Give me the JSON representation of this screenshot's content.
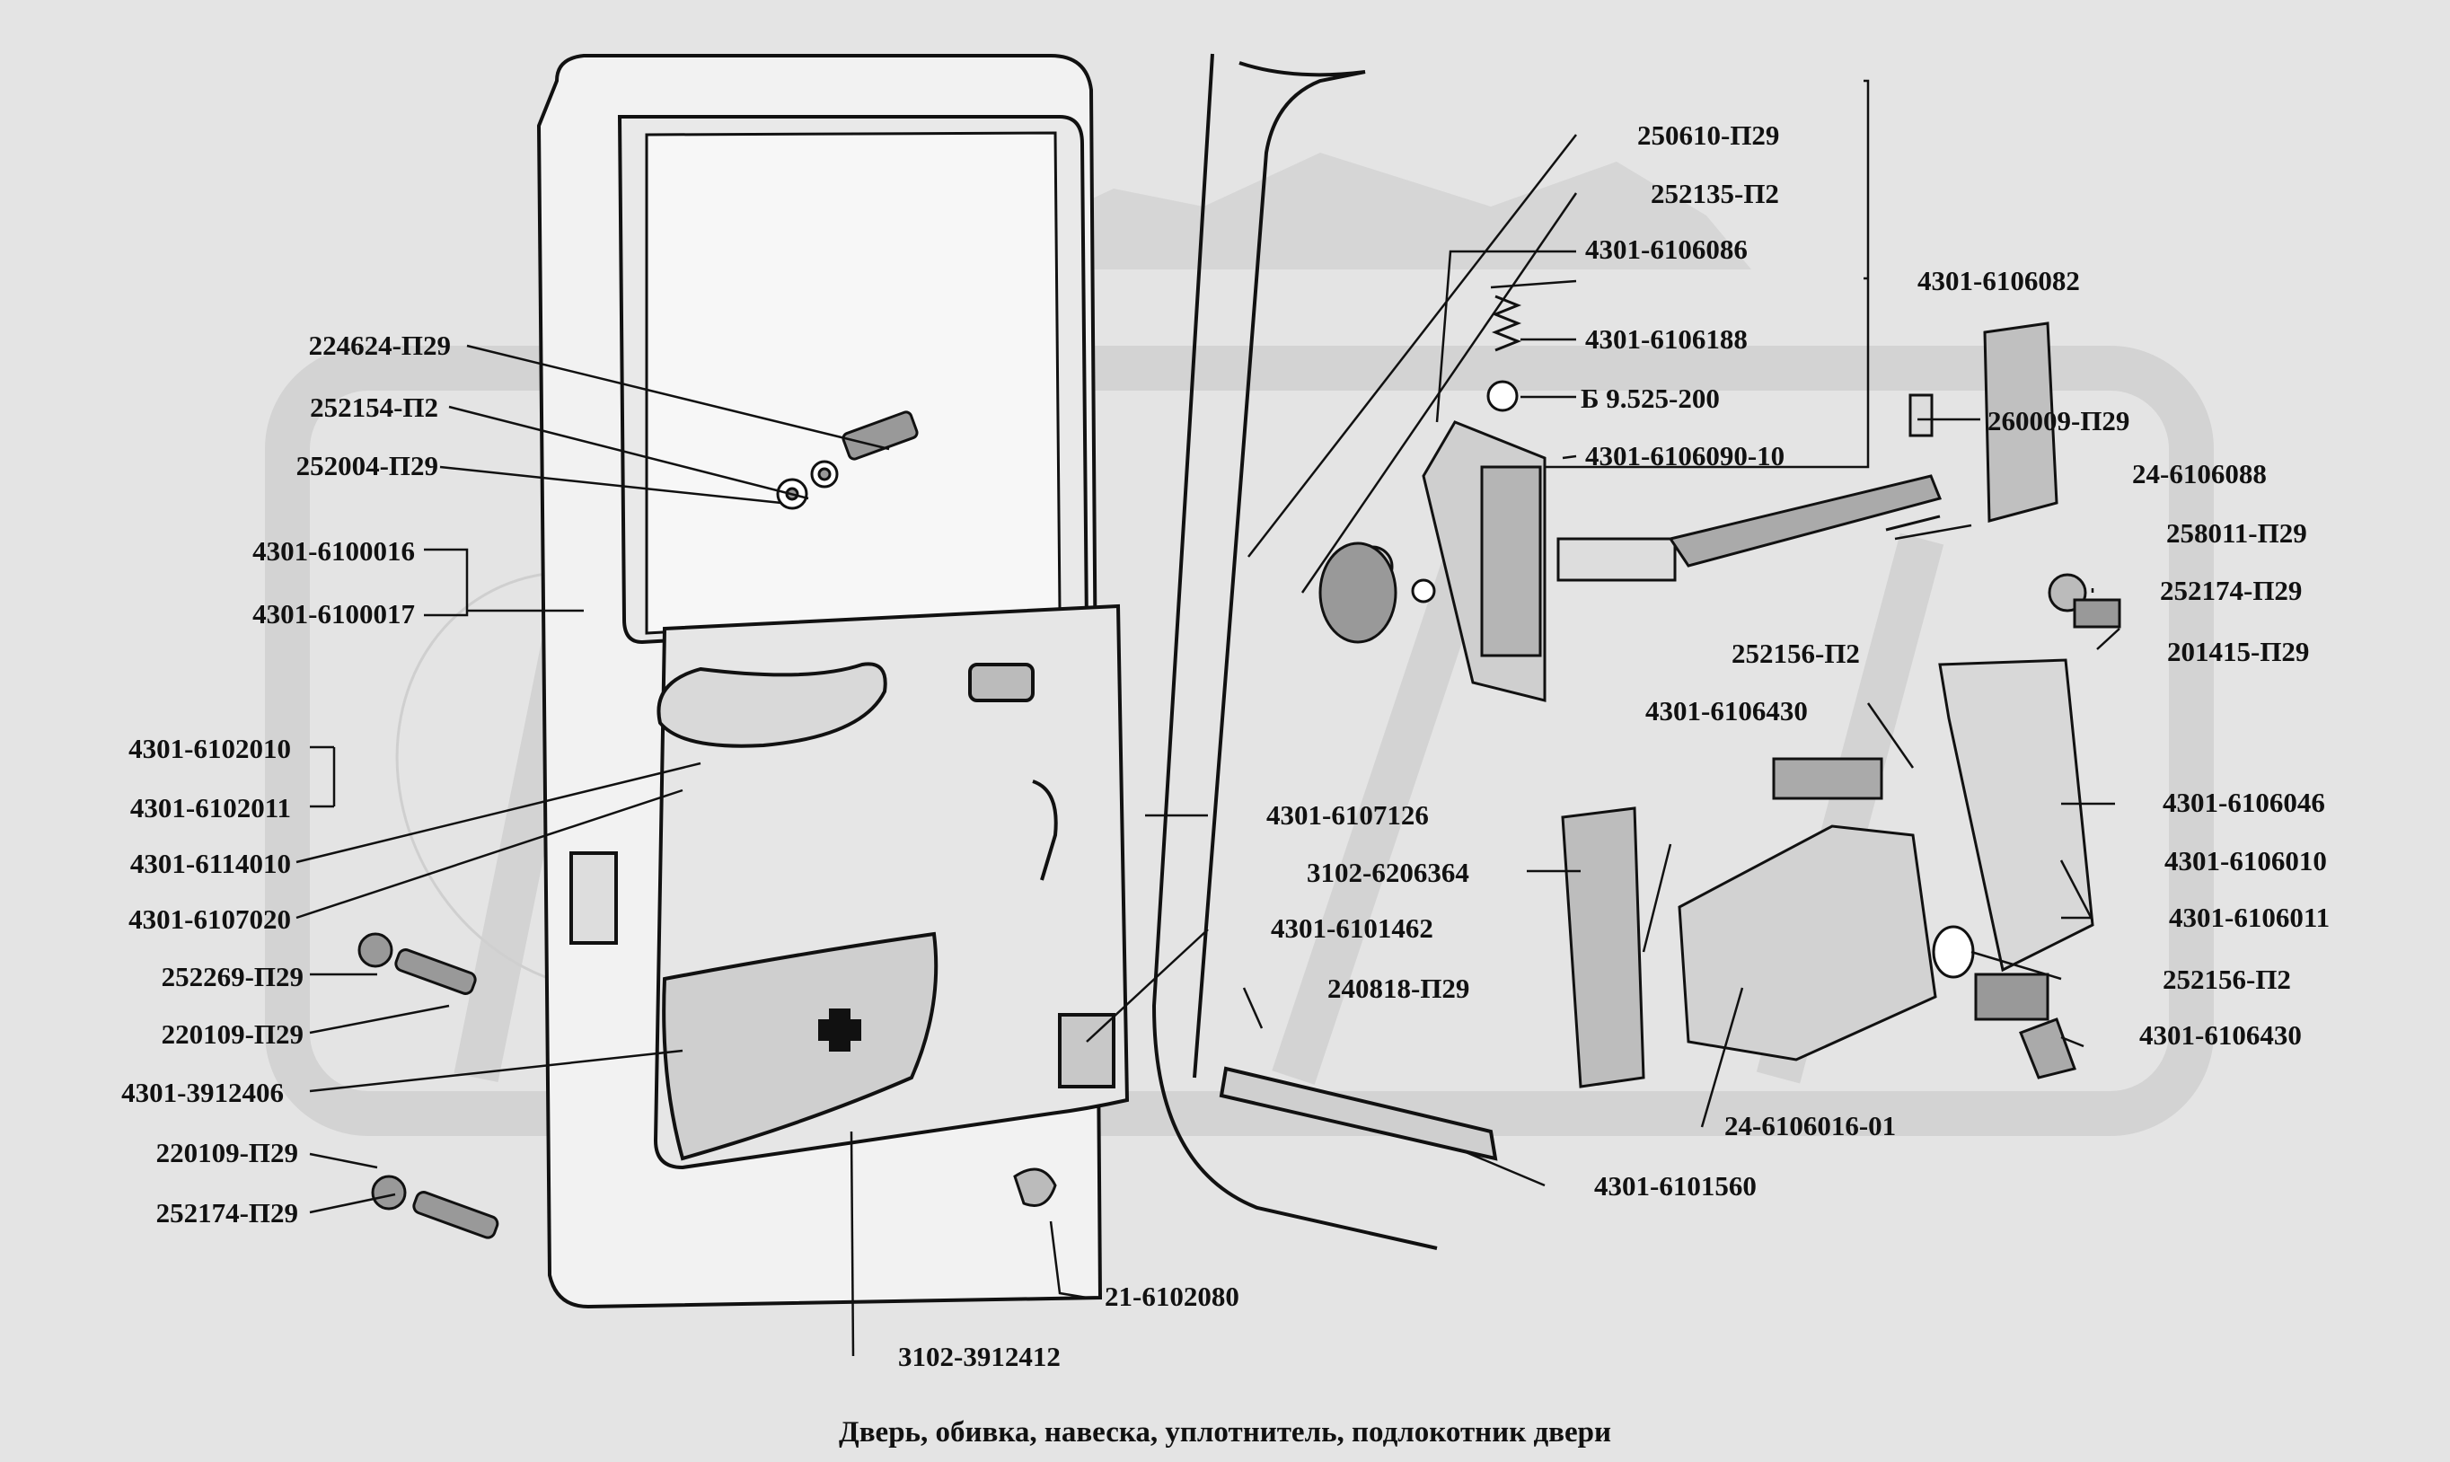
{
  "caption": "Дверь, обивка, навеска, уплотнитель, подлокотник двери",
  "labels": {
    "l224624": "224624-П29",
    "l252154": "252154-П2",
    "l252004": "252004-П29",
    "l6100016": "4301-6100016",
    "l6100017": "4301-6100017",
    "l6102010": "4301-6102010",
    "l6102011": "4301-6102011",
    "l6114010": "4301-6114010",
    "l6107020": "4301-6107020",
    "l252269": "252269-П29",
    "l220109a": "220109-П29",
    "l3912406": "4301-3912406",
    "l220109b": "220109-П29",
    "l252174a": "252174-П29",
    "l250610": "250610-П29",
    "l252135": "252135-П2",
    "l6106086": "4301-6106086",
    "l6106082": "4301-6106082",
    "l6106188": "4301-6106188",
    "lB9525": "Б 9.525-200",
    "l6106090": "4301-6106090-10",
    "l260009": "260009-П29",
    "l6106088": "24-6106088",
    "l258011": "258011-П29",
    "l252174b": "252174-П29",
    "l201415": "201415-П29",
    "l252156a": "252156-П2",
    "l6106430a": "4301-6106430",
    "l6107126": "4301-6107126",
    "l6206364": "3102-6206364",
    "l6101462": "4301-6101462",
    "l240818": "240818-П29",
    "l6106046": "4301-6106046",
    "l6106010": "4301-6106010",
    "l6106011": "4301-6106011",
    "l252156b": "252156-П2",
    "l6106430b": "4301-6106430",
    "l6106016": "24-6106016-01",
    "l6101560": "4301-6101560",
    "l6102080": "21-6102080",
    "l3912412": "3102-3912412"
  }
}
